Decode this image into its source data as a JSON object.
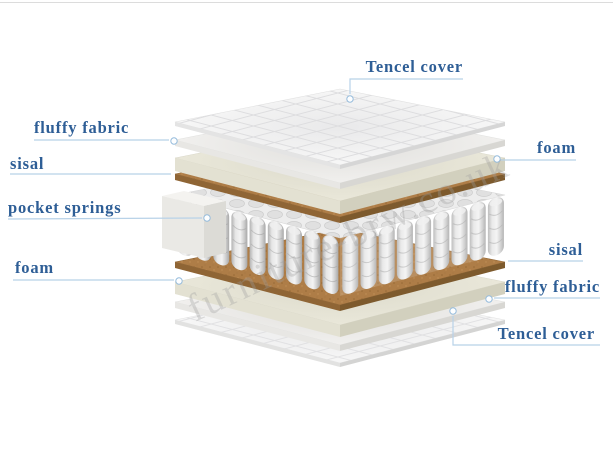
{
  "watermark": "furniture-brw.co.uk",
  "labels": {
    "tencel_top": "Tencel cover",
    "fluffy_left": "fluffy fabric",
    "sisal_left": "sisal",
    "pocket_springs": "pocket springs",
    "foam_left": "foam",
    "foam_right": "foam",
    "sisal_right": "sisal",
    "fluffy_right": "fluffy fabric",
    "tencel_bottom": "Tencel cover"
  },
  "diagram": {
    "type": "exploded-layer-diagram",
    "layers_top_to_bottom": [
      "Tencel cover",
      "fluffy fabric",
      "foam",
      "sisal",
      "pocket springs",
      "sisal",
      "foam",
      "fluffy fabric",
      "Tencel cover"
    ]
  },
  "colors": {
    "background": "#ffffff",
    "label_text": "#2e5e96",
    "connector_line": "#b8d2e8",
    "sisal_layer": "#ae7d47",
    "foam_layer": "#eae8dc",
    "fabric_layer": "#f6f6f4",
    "springs": "#d9d9d9",
    "watermark_gray": "#9e9e9e"
  }
}
